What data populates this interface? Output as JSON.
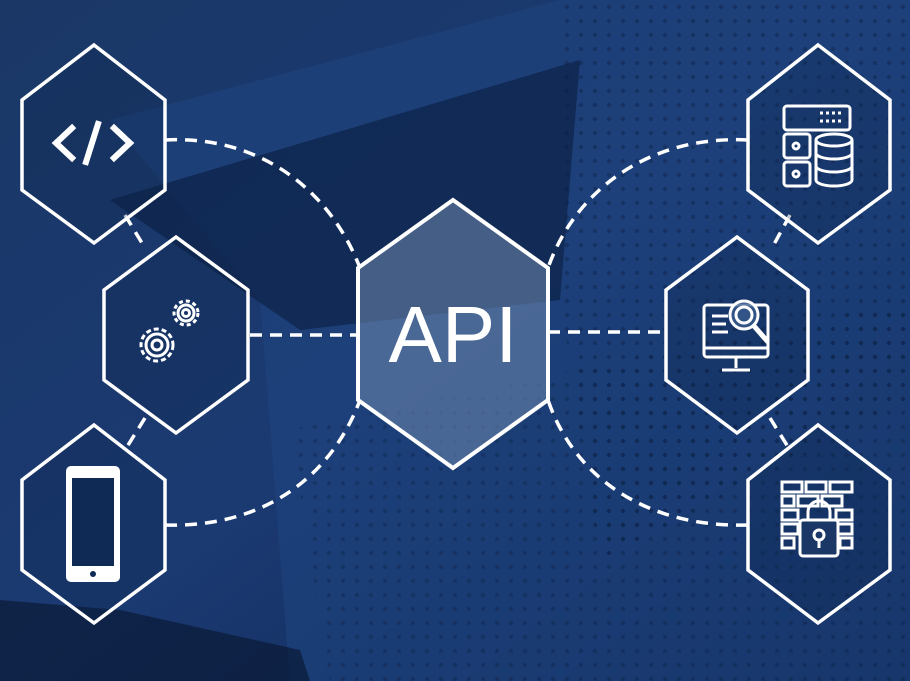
{
  "center": {
    "label": "API"
  },
  "nodes": [
    {
      "id": "code",
      "icon": "code-brackets-icon"
    },
    {
      "id": "settings",
      "icon": "gears-icon"
    },
    {
      "id": "mobile",
      "icon": "smartphone-icon"
    },
    {
      "id": "database",
      "icon": "server-database-icon"
    },
    {
      "id": "search",
      "icon": "monitor-search-icon"
    },
    {
      "id": "security",
      "icon": "firewall-lock-icon"
    }
  ],
  "colors": {
    "background_dark": "#0c2247",
    "background_mid": "#1c3f7a",
    "line": "#ffffff",
    "center_fill": "#6f88ad"
  }
}
